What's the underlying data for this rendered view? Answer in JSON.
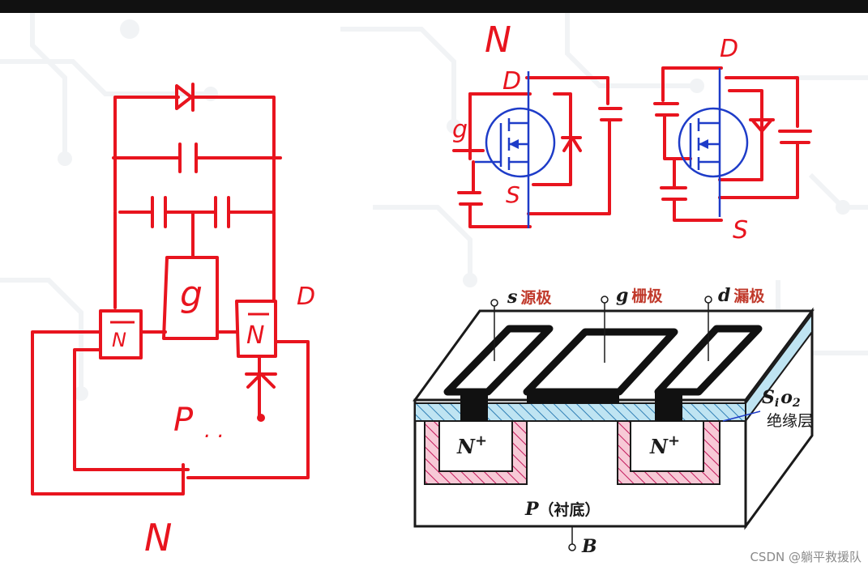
{
  "handwritten": {
    "left_gate": "g",
    "left_drain": "D",
    "left_sub": "P",
    "left_dots": ". .",
    "left_n_left": "N",
    "left_n_right": "N",
    "left_bottom": "N",
    "right_title": "N",
    "sym1_d": "D",
    "sym1_g": "g",
    "sym1_s": "S",
    "sym2_d": "D",
    "sym2_s": "S"
  },
  "structure": {
    "s_letter": "s",
    "s_cn": "源极",
    "g_letter": "g",
    "g_cn": "栅极",
    "d_letter": "d",
    "d_cn": "漏极",
    "sio2_a": "S",
    "sio2_b": "i",
    "sio2_c": "o",
    "sio2_d": "2",
    "insulator": "绝缘层",
    "n_left": "N",
    "n_right": "N",
    "plus": "+",
    "substrate_p": "P",
    "substrate_cn": "（衬底）",
    "bulk": "B"
  },
  "watermark": "CSDN @躺平救援队",
  "colors": {
    "pen": "#e8141e",
    "blue": "#1e3cc8",
    "oxide": "#bfe4f2",
    "depletion": "#f7c9d6",
    "ink": "#1a1a1a"
  }
}
